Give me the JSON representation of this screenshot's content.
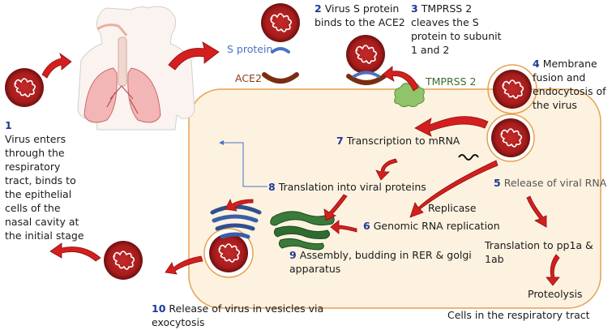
{
  "steps": {
    "s1": {
      "num": "1",
      "text": "Virus enters through the respiratory tract, binds to the epithelial cells of the nasal cavity at the initial stage"
    },
    "s2": {
      "num": "2",
      "text": "Virus S protein binds to the ACE2"
    },
    "s3": {
      "num": "3",
      "text": "TMPRSS 2 cleaves the S protein to subunit 1 and 2"
    },
    "s4": {
      "num": "4",
      "text": "Membrane fusion and endocytosis of the virus"
    },
    "s5": {
      "num": "5",
      "text": "Release of viral RNA"
    },
    "s6": {
      "num": "6",
      "text": "Genomic RNA replication"
    },
    "s7": {
      "num": "7",
      "text": "Transcription to mRNA"
    },
    "s8": {
      "num": "8",
      "text": "Translation into viral proteins"
    },
    "s9": {
      "num": "9",
      "text": "Assembly, budding in RER & golgi apparatus"
    },
    "s10": {
      "num": "10",
      "text": "Release of virus in vesicles via exocytosis"
    }
  },
  "labels": {
    "s_protein": "S protein",
    "ace2": "ACE2",
    "tmprss2": "TMPRSS 2",
    "replicase": "Replicase",
    "pp1a": "Translation to pp1a & 1ab",
    "proteolysis": "Proteolysis",
    "cells": "Cells in the respiratory tract"
  },
  "colors": {
    "virus_outer": "#8b1a1a",
    "virus_inner": "#b82020",
    "arrow": "#d32020",
    "cell_fill": "#fdf3e2",
    "cell_border": "#e8a050",
    "s_protein": "#4a72c4",
    "ace2": "#8a3a1a",
    "tmprss2": "#7ab85a",
    "rer": "#2e6b2e",
    "golgi": "#2f4f8f"
  }
}
